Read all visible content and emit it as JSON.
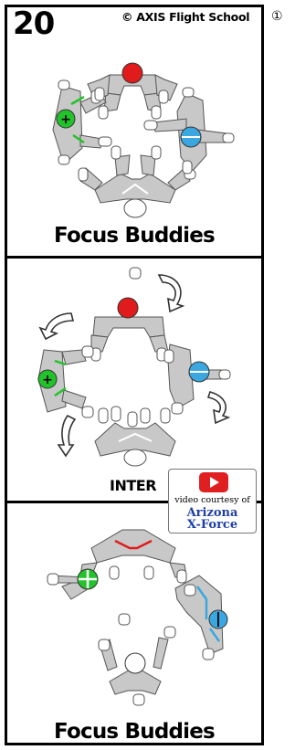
{
  "header": {
    "page_number": "20",
    "school": "© AXIS Flight School",
    "marker": "①"
  },
  "panels": [
    {
      "caption": "Focus Buddies"
    },
    {
      "label": "INTER",
      "credit": {
        "line": "video courtesy of",
        "org_line1": "Arizona",
        "org_line2": "X-Force"
      }
    },
    {
      "caption": "Focus Buddies"
    }
  ],
  "colors": {
    "body_gray": "#c8c8c8",
    "red": "#e11b1b",
    "blue": "#3aa7e0",
    "green": "#22c22a",
    "white": "#ffffff"
  }
}
